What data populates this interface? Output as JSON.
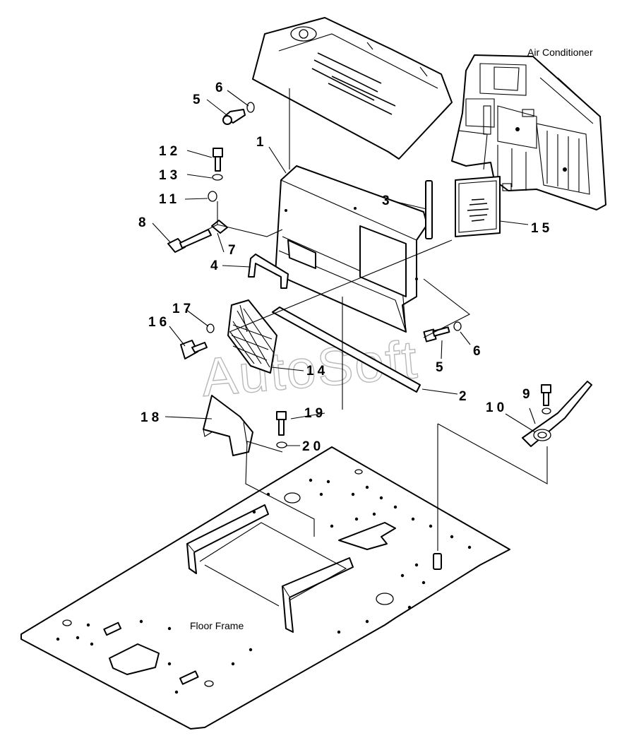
{
  "captions": {
    "air_conditioner": "Air Conditioner",
    "floor_frame": "Floor Frame"
  },
  "watermark": "AutoSoft",
  "callouts": [
    "1",
    "2",
    "3",
    "4",
    "5",
    "5",
    "6",
    "6",
    "7",
    "8",
    "9",
    "10",
    "11",
    "12",
    "13",
    "14",
    "15",
    "16",
    "17",
    "18",
    "19",
    "20"
  ]
}
